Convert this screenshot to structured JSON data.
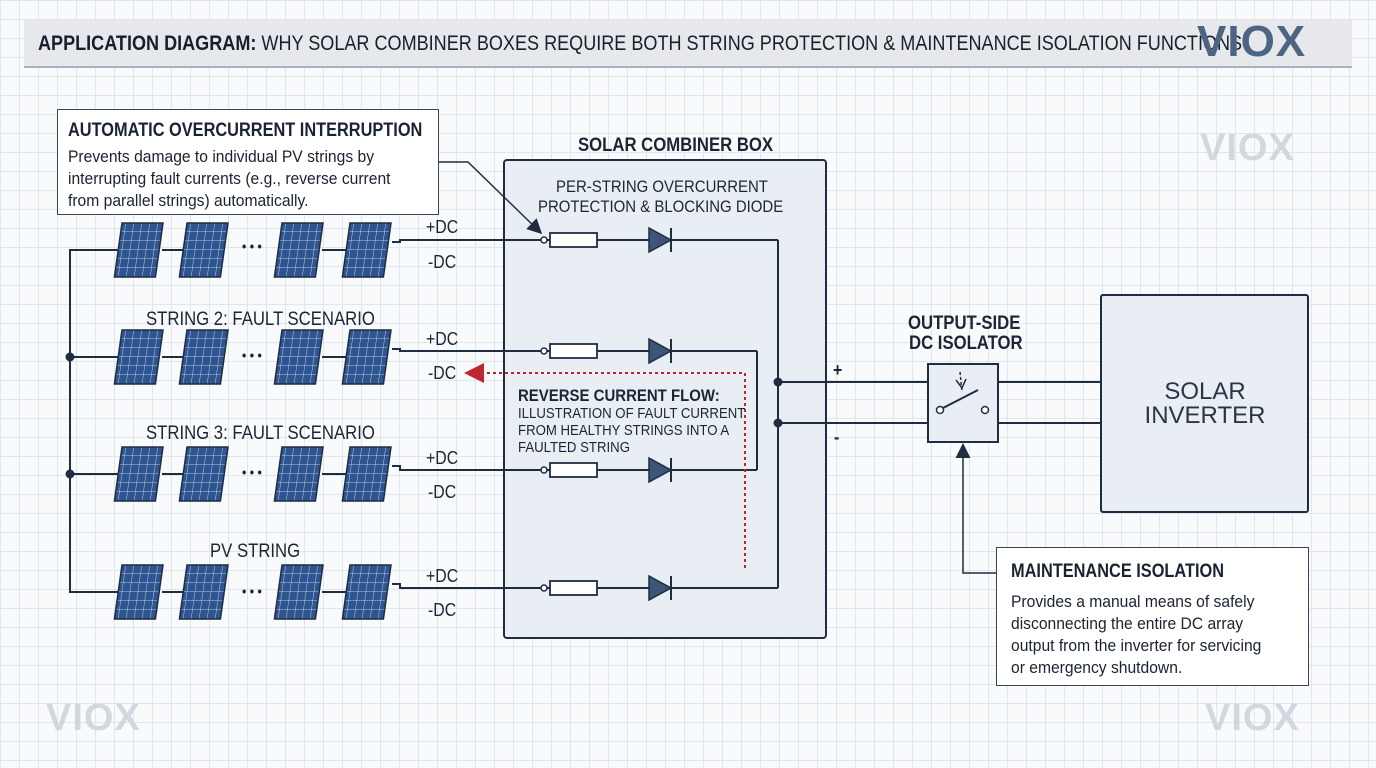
{
  "header": {
    "title_bold": "APPLICATION DIAGRAM:",
    "title_rest": " WHY SOLAR COMBINER BOXES REQUIRE BOTH STRING PROTECTION & MAINTENANCE ISOLATION FUNCTIONS",
    "logo": "VIOX"
  },
  "watermark": "VIOX",
  "callouts": {
    "overcurrent": {
      "heading": "AUTOMATIC OVERCURRENT INTERRUPTION",
      "lines": [
        "Prevents damage to individual PV strings by",
        "interrupting fault currents (e.g., reverse current",
        "from parallel strings) automatically."
      ]
    },
    "maintenance": {
      "heading": "MAINTENANCE ISOLATION",
      "lines": [
        "Provides a manual means of safely",
        "disconnecting the entire DC array",
        "output from the inverter for servicing",
        "or emergency shutdown."
      ]
    }
  },
  "strings": [
    {
      "label": "",
      "pos": "+DC",
      "neg": "-DC"
    },
    {
      "label": "STRING 2: FAULT SCENARIO",
      "pos": "+DC",
      "neg": "-DC"
    },
    {
      "label": "STRING 3: FAULT SCENARIO",
      "pos": "+DC",
      "neg": "-DC"
    },
    {
      "label": "PV STRING",
      "pos": "+DC",
      "neg": "-DC"
    }
  ],
  "ellipsis": "• • •",
  "combiner": {
    "title": "SOLAR COMBINER BOX",
    "protection_line1": "PER-STRING OVERCURRENT",
    "protection_line2": "PROTECTION & BLOCKING DIODE",
    "reverse_heading": "REVERSE CURRENT FLOW:",
    "reverse_lines": [
      "ILLUSTRATION OF FAULT CURRENT",
      "FROM HEALTHY STRINGS INTO A",
      "FAULTED STRING"
    ]
  },
  "isolator": {
    "line1": "OUTPUT-SIDE",
    "line2": "DC ISOLATOR"
  },
  "polarity": {
    "plus": "+",
    "minus": "-"
  },
  "inverter": {
    "line1": "SOLAR",
    "line2": "INVERTER"
  },
  "colors": {
    "line": "#1f2d40",
    "panel": "#2e5590",
    "box_fill": "#e9eef5",
    "diode": "#3c5578",
    "fault": "#c0262d",
    "logo": "#4d6582"
  }
}
